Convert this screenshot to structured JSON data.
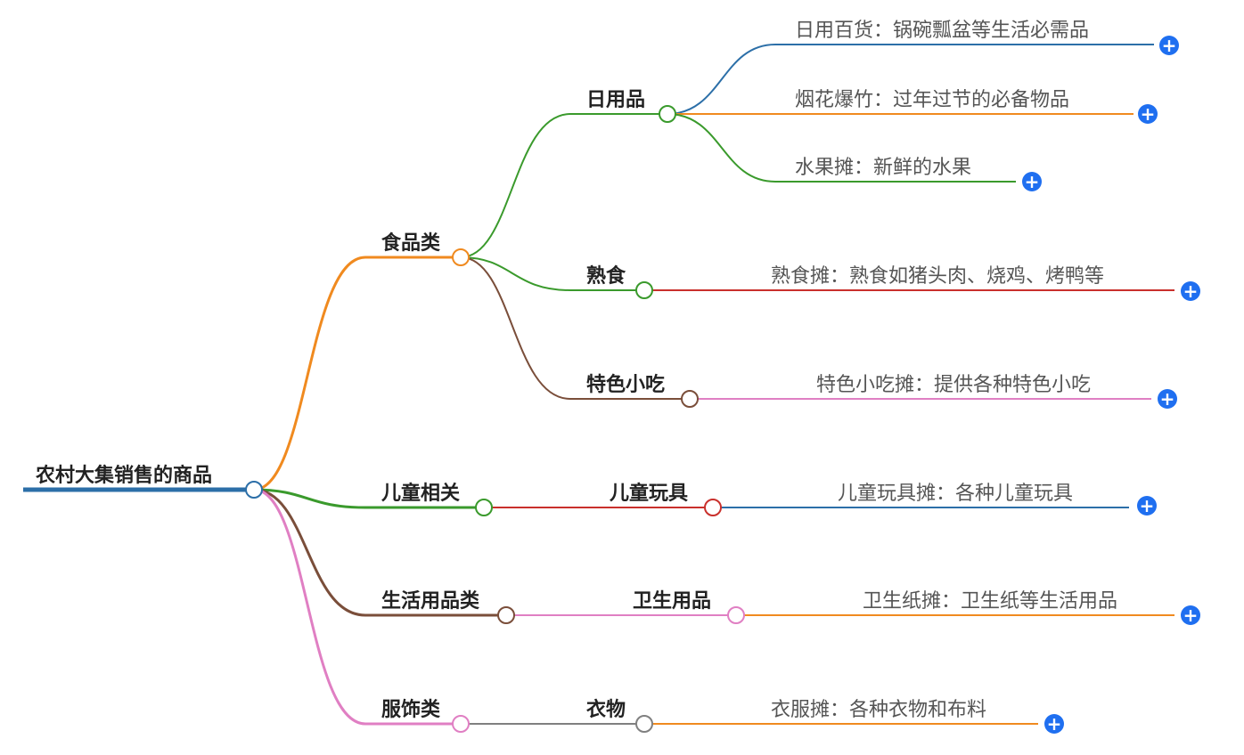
{
  "colors": {
    "blue": "#2c6fa8",
    "orange": "#f08a1f",
    "green": "#3a9a2c",
    "brown": "#7a4e3a",
    "pink": "#e07fc3",
    "red": "#c9302c",
    "gray": "#808080",
    "button": "#1f6ff0"
  },
  "icons": {
    "expand": "plus-icon",
    "expand_glyph": "+"
  },
  "root": {
    "label": "农村大集销售的商品"
  },
  "categories": [
    {
      "label": "食品类",
      "subs": [
        {
          "label": "日用品",
          "leaves": [
            {
              "label": "日用百货：锅碗瓢盆等生活必需品"
            },
            {
              "label": "烟花爆竹：过年过节的必备物品"
            },
            {
              "label": "水果摊：新鲜的水果"
            }
          ]
        },
        {
          "label": "熟食",
          "leaves": [
            {
              "label": "熟食摊：熟食如猪头肉、烧鸡、烤鸭等"
            }
          ]
        },
        {
          "label": "特色小吃",
          "leaves": [
            {
              "label": "特色小吃摊：提供各种特色小吃"
            }
          ]
        }
      ]
    },
    {
      "label": "儿童相关",
      "subs": [
        {
          "label": "儿童玩具",
          "leaves": [
            {
              "label": "儿童玩具摊：各种儿童玩具"
            }
          ]
        }
      ]
    },
    {
      "label": "生活用品类",
      "subs": [
        {
          "label": "卫生用品",
          "leaves": [
            {
              "label": "卫生纸摊：卫生纸等生活用品"
            }
          ]
        }
      ]
    },
    {
      "label": "服饰类",
      "subs": [
        {
          "label": "衣物",
          "leaves": [
            {
              "label": "衣服摊：各种衣物和布料"
            }
          ]
        }
      ]
    }
  ]
}
